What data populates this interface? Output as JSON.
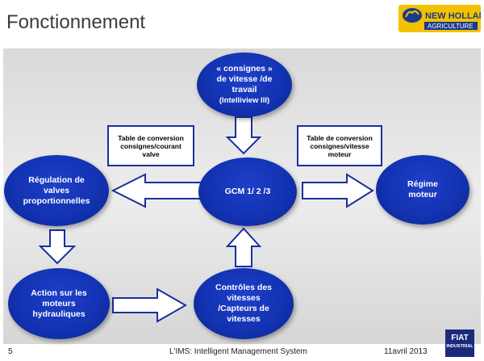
{
  "header": {
    "title": "Fonctionnement"
  },
  "logo": {
    "line1": "NEW HOLLAND",
    "line2": "AGRICULTURE"
  },
  "nodes": {
    "consignes": [
      "« consignes »",
      "de vitesse /de",
      "travail",
      "(Intelliview III)"
    ],
    "gcm": "GCM 1/ 2 /3",
    "regulation": [
      "Régulation de",
      "valves",
      "proportionnelles"
    ],
    "regime": [
      "Régime",
      "moteur"
    ],
    "action": [
      "Action sur les",
      "moteurs",
      "hydrauliques"
    ],
    "controles": [
      "Contrôles des",
      "vitesses",
      "/Capteurs de",
      "vitesses"
    ]
  },
  "boxes": {
    "left_table": [
      "Table de conversion",
      "consignes/courant",
      "valve"
    ],
    "right_table": [
      "Table de conversion",
      "consignes/vitesse",
      "moteur"
    ]
  },
  "footer": {
    "page": "5",
    "center": "L'IMS: Intelligent Management System",
    "date": "11avril 2013",
    "corner_logo": [
      "FIAT",
      "INDUSTRIAL"
    ]
  },
  "colors": {
    "node_blue": "#1333b3",
    "box_border": "#1a2f9e",
    "logo_yellow": "#f2c200"
  }
}
